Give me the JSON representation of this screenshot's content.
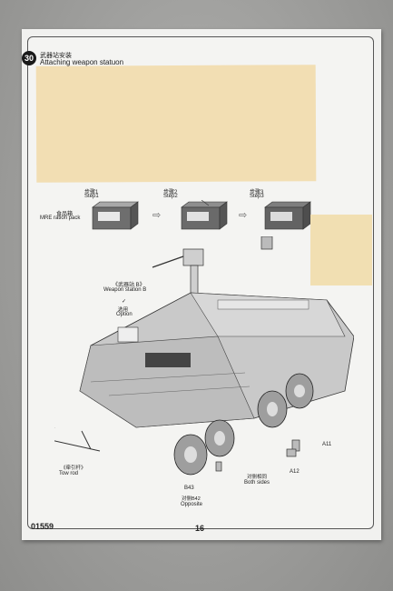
{
  "header": {
    "step_number": "30",
    "title_cn": "武器站安装",
    "title_en": "Attaching weapon statuon"
  },
  "steps": [
    {
      "cn": "步骤1",
      "en": "Step1"
    },
    {
      "cn": "步骤2",
      "en": "Step2"
    },
    {
      "cn": "步骤3",
      "en": "Step3"
    }
  ],
  "labels": {
    "mre_cn": "食品箱",
    "mre_en": "MRE ration pack",
    "weapon_cn": "《武器站 B》",
    "weapon_en": "Weapon station B",
    "option_cn": "选用",
    "option_en": "Option",
    "tow_cn": "《牵引杆》",
    "tow_en": "Tow rod",
    "b43": "B43",
    "b42_cn": "对侧B42",
    "b42_en": "Opposite",
    "both_cn": "对侧相同",
    "both_en": "Both sides",
    "a11": "A11",
    "a12": "A12"
  },
  "footer": {
    "code": "01559",
    "page": "16"
  }
}
